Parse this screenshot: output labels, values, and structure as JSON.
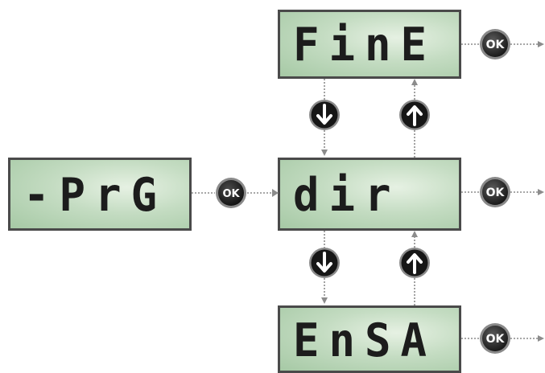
{
  "displays": {
    "prg": "-PrG",
    "fine": "FinE",
    "dir": "dir",
    "ensa": "EnSA"
  },
  "ok_label": "OK",
  "colors": {
    "lcd_green": "#b6d5b4",
    "lcd_border": "#4a4a4a",
    "connector": "#999999",
    "button_dark": "#1a1a1a"
  },
  "icons": [
    "arrow-down-icon",
    "arrow-up-icon",
    "ok-button-icon",
    "arrow-right-icon"
  ]
}
